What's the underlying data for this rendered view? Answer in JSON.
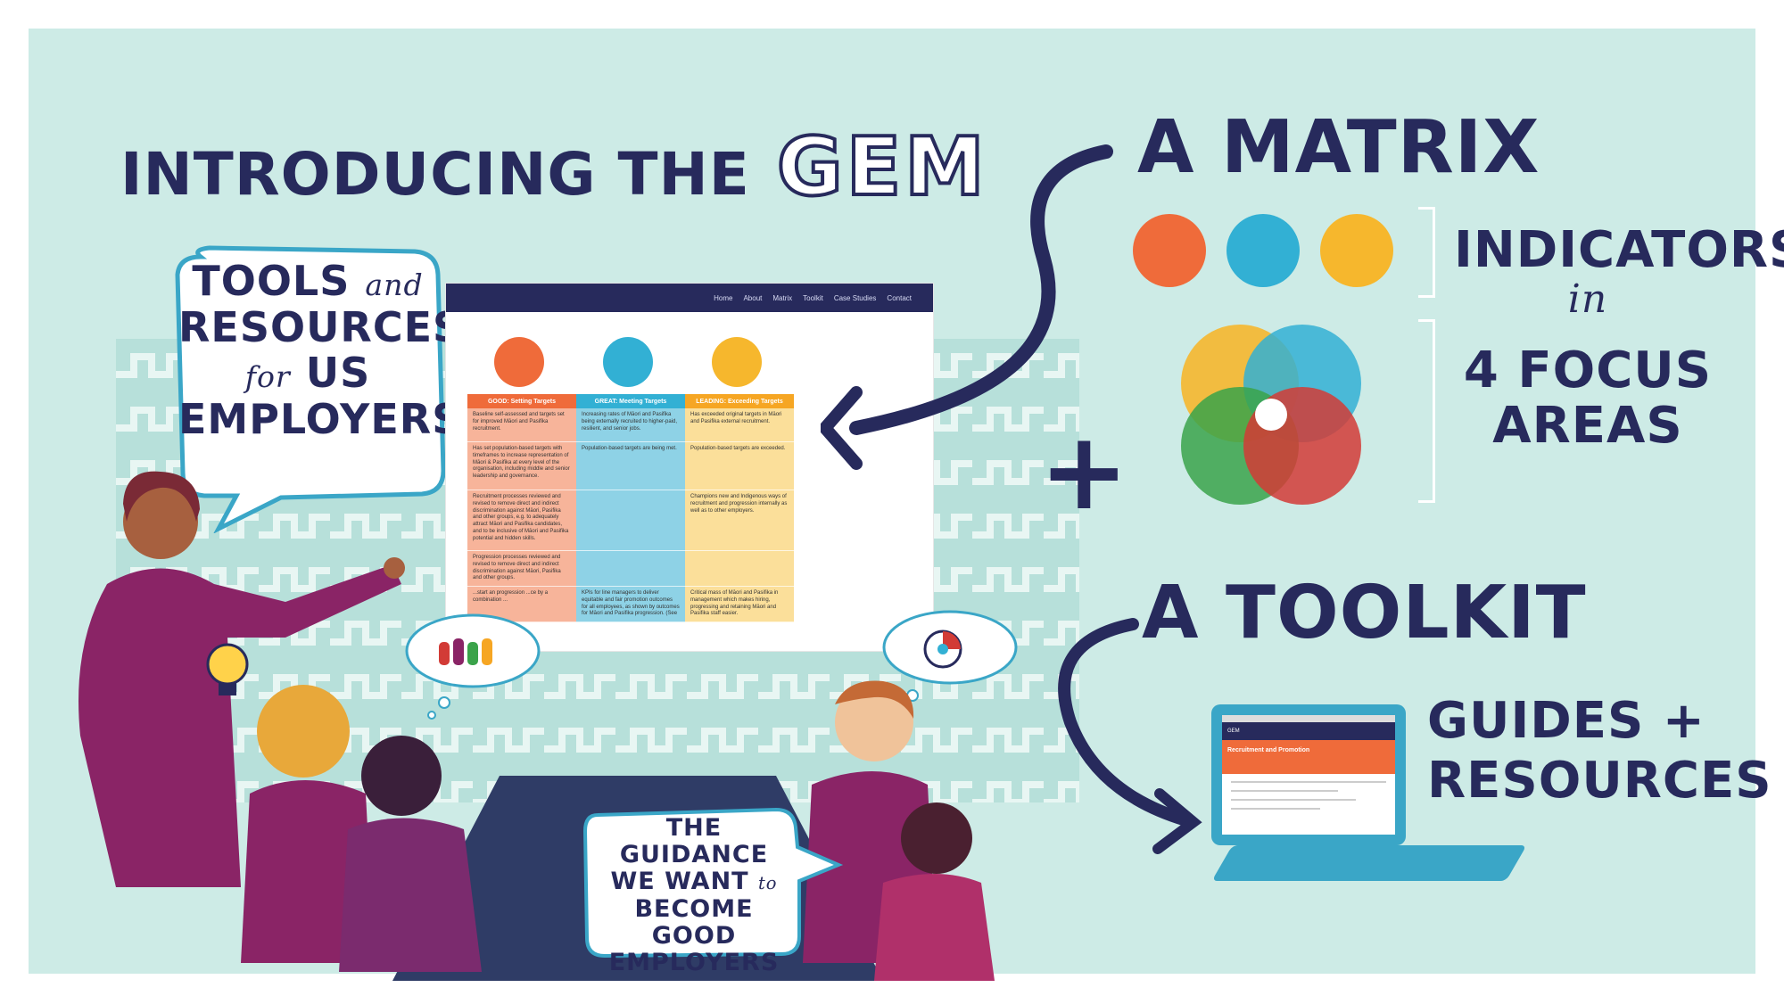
{
  "header": {
    "title_prefix": "INTRODUCING THE",
    "title_gem": "GEM"
  },
  "speech_bubble_tools": {
    "line1a": "TOOLS",
    "line1b": "and",
    "line2": "RESOURCES",
    "line3a": "for",
    "line3b": "US",
    "line4": "EMPLOYERS"
  },
  "speech_bubble_guidance": {
    "line1": "THE GUIDANCE",
    "line2a": "WE WANT",
    "line2b": "to",
    "line3": "BECOME GOOD",
    "line4": "EMPLOYERS"
  },
  "matrix_section": {
    "heading": "A MATRIX",
    "indicators_line1": "INDICATORS",
    "indicators_line2": "in",
    "focus_line1": "4 FOCUS",
    "focus_line2": "AREAS",
    "plus": "+"
  },
  "toolkit_section": {
    "heading": "A TOOLKIT",
    "guides_line1": "GUIDES +",
    "guides_line2": "RESOURCES"
  },
  "screen": {
    "nav": [
      "Home",
      "About",
      "Matrix",
      "Toolkit",
      "Case Studies",
      "Contact"
    ],
    "columns": [
      {
        "header": "GOOD: Setting Targets",
        "cells": [
          "Baseline self-assessed and targets set for improved Māori and Pasifika recruitment.",
          "Has set population-based targets with timeframes to increase representation of Māori & Pasifika at every level of the organisation, including middle and senior leadership and governance.",
          "Recruitment processes reviewed and revised to remove direct and indirect discrimination against Māori, Pasifika and other groups, e.g. to adequately attract Māori and Pasifika candidates, and to be inclusive of Māori and Pasifika potential and hidden skills.",
          "Progression processes reviewed and revised to remove direct and indirect discrimination against Māori, Pasifika and other groups.",
          "...start an progression ...ce by a combination ..."
        ]
      },
      {
        "header": "GREAT: Meeting Targets",
        "cells": [
          "Increasing rates of Māori and Pasifika being externally recruited to higher-paid, resilient, and senior jobs.",
          "Population-based targets are being met.",
          "",
          "",
          "KPIs for line managers to deliver equitable and fair promotion outcomes for all employees, as shown by outcomes for Māori and Pasifika progression. (See"
        ]
      },
      {
        "header": "LEADING: Exceeding Targets",
        "cells": [
          "Has exceeded original targets in Māori and Pasifika external recruitment.",
          "Population-based targets are exceeded.",
          "Champions new and Indigenous ways of recruitment and progression internally as well as to other employers.",
          "",
          "Critical mass of Māori and Pasifika in management which makes hiring, progressing and retaining Māori and Pasifika staff easier."
        ]
      }
    ]
  },
  "laptop": {
    "brand": "GEM",
    "page_title": "Recruitment and Promotion"
  },
  "colors": {
    "background": "#cdebe6",
    "navy": "#272a5c",
    "orange": "#ef6b3a",
    "blue": "#32b0d4",
    "yellow": "#f6b72d",
    "green": "#3aa34a",
    "red": "#d23b36",
    "plum": "#8a2466"
  },
  "icons": [
    "boat-sunset-icon",
    "albatross-icon",
    "sun-bird-icon",
    "venn-focus-areas-icon",
    "lightbulb-icon",
    "people-figures-icon",
    "target-chart-icon",
    "laptop-icon"
  ]
}
